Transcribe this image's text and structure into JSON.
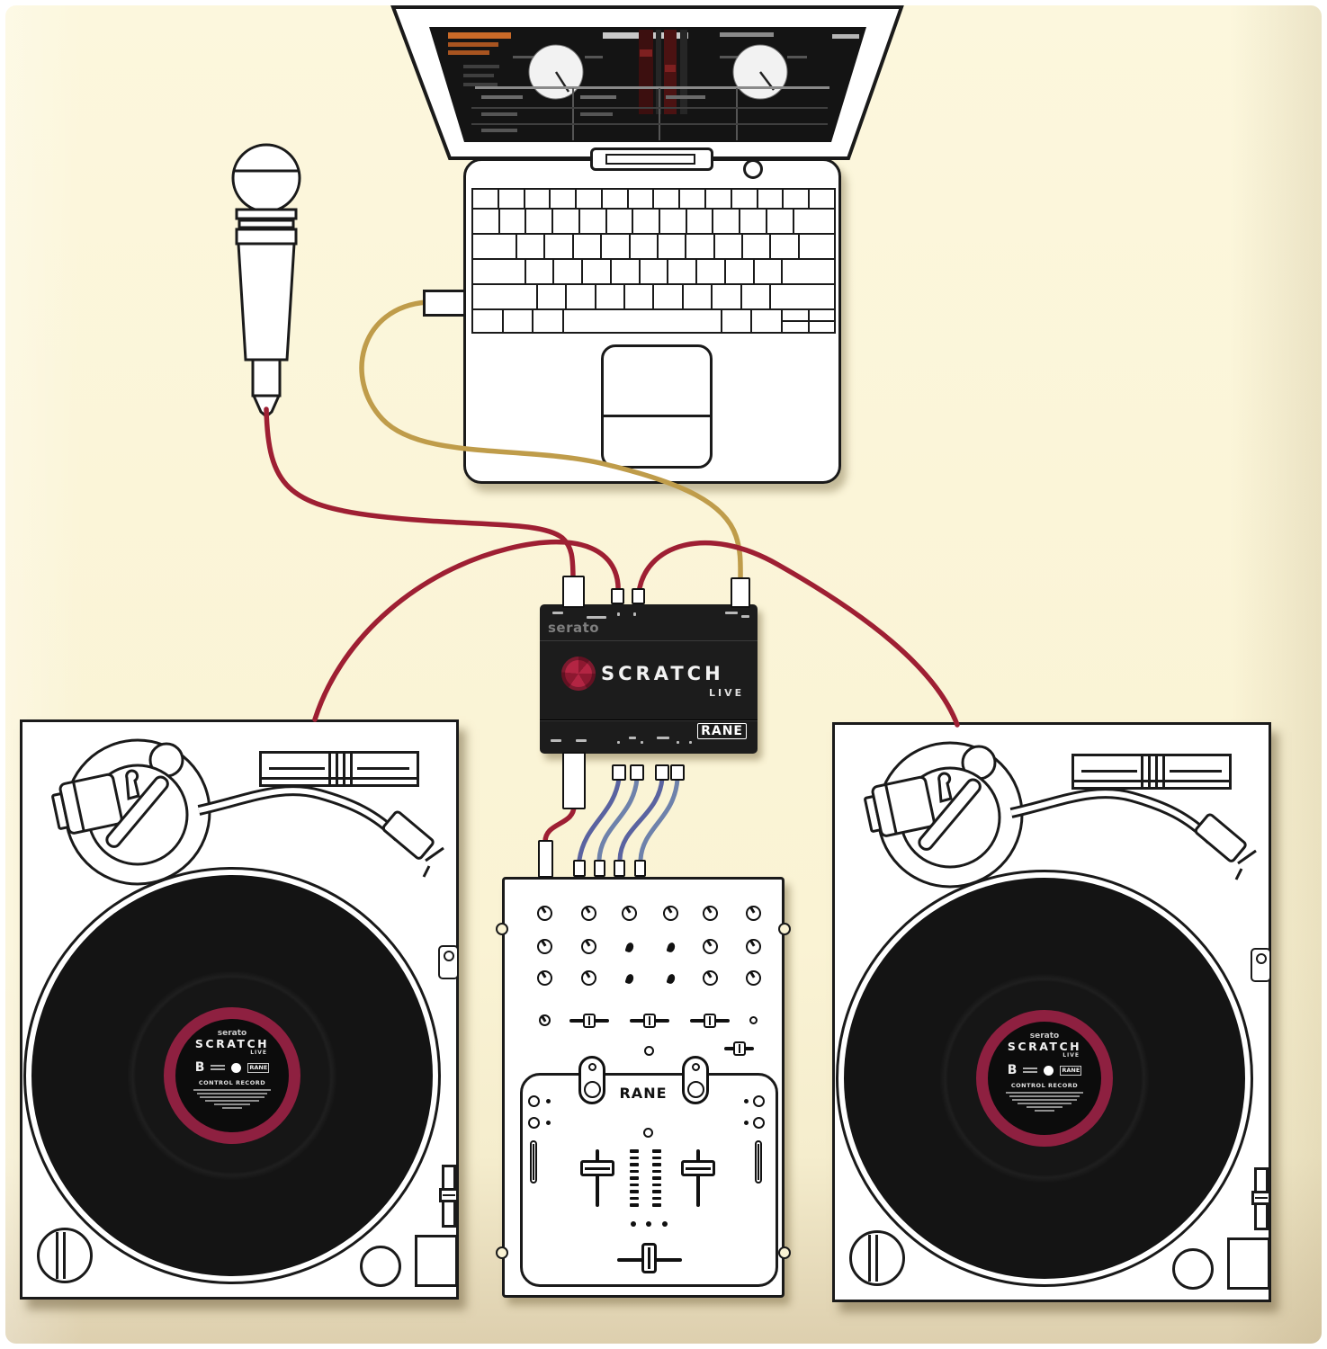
{
  "interface_box": {
    "brand": "serato",
    "product": "SCRATCH",
    "product_sub": "LIVE",
    "manufacturer": "RANE"
  },
  "mixer": {
    "brand": "RANE"
  },
  "vinyl_label": {
    "brand": "serato",
    "product": "SCRATCH",
    "product_sub": "LIVE",
    "side": "B",
    "manufacturer": "RANE",
    "line": "CONTROL RECORD"
  },
  "colors": {
    "background": "#faf3d4",
    "cable_mic_phono": "#9e1f33",
    "cable_usb": "#bf9c4a",
    "cable_rca_blue": "#5a63a0",
    "vinyl_label_ring": "#8e2040",
    "box_body": "#1c1c1c"
  }
}
